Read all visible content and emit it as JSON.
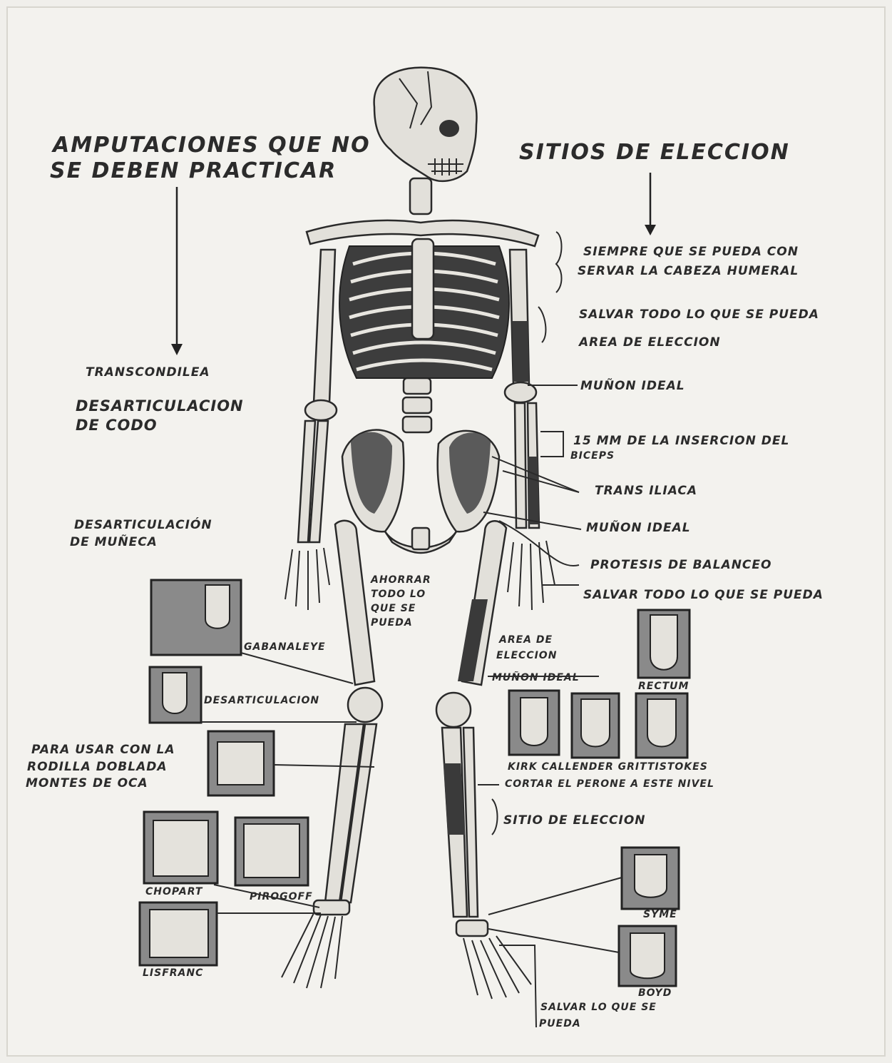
{
  "headings": {
    "left": [
      "AMPUTACIONES QUE NO",
      "SE DEBEN PRACTICAR"
    ],
    "right": "SITIOS DE ELECCION"
  },
  "left_labels": {
    "transcondilea": "TRANSCONDILEA",
    "desart_codo": [
      "DESARTICULACION",
      "DE CODO"
    ],
    "desart_muneca": [
      "DESARTICULACIÓN",
      "DE MUÑECA"
    ],
    "gabanaleye": "GABANALEYE",
    "desarticulacion": "DESARTICULACION",
    "rodilla": [
      "PARA USAR CON LA",
      "RODILLA DOBLADA",
      "MONTES DE OCA"
    ],
    "chopart": "CHOPART",
    "pirogoff": "PIROGOFF",
    "lisfranc": "LISFRANC"
  },
  "center_labels": {
    "ahorrar": [
      "AHORRAR",
      "TODO LO",
      "QUE SE",
      "PUEDA"
    ]
  },
  "right_labels": {
    "cabeza": [
      "SIEMPRE QUE SE PUEDA CON",
      "SERVAR LA CABEZA HUMERAL"
    ],
    "salvar1": "SALVAR TODO LO QUE SE PUEDA",
    "area1": "AREA DE ELECCION",
    "munon1": "MUÑON IDEAL",
    "biceps": [
      "15 mm DE LA INSERCION DEL",
      "BICEPS"
    ],
    "trans_iliaca": "TRANS ILIACA",
    "munon2": "MUÑON IDEAL",
    "protesis": "PROTESIS DE BALANCEO",
    "salvar2": "SALVAR TODO LO QUE SE PUEDA",
    "area2": [
      "AREA DE",
      "ELECCION"
    ],
    "munon3": "MUÑON IDEAL",
    "rectum": "RECTUM",
    "knee_methods": "KIRK  CALLENDER  GRITTISTOKES",
    "perone": "CORTAR EL PERONE A ESTE NIVEL",
    "sitio": "SITIO DE ELECCION",
    "syme": "SYME",
    "boyd": "BOYD",
    "salvar3": [
      "SALVAR LO QUE SE",
      "PUEDA"
    ]
  }
}
